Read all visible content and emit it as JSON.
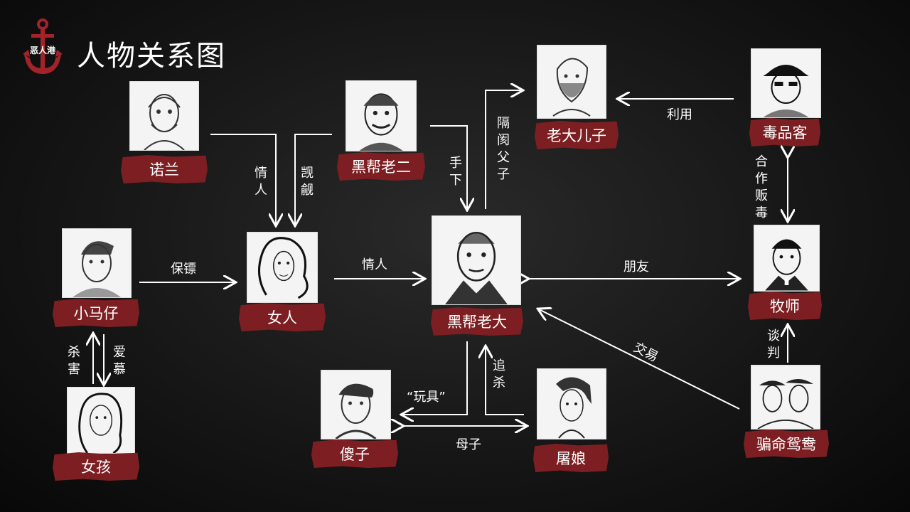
{
  "title": "人物关系图",
  "logo": {
    "text": "恶人港",
    "icon": "anchor-icon"
  },
  "characters": {
    "nolan": "诺兰",
    "gang_second": "黑帮老二",
    "eldest_son": "老大儿子",
    "drug_dealer": "毒品客",
    "kid": "小马仔",
    "woman": "女人",
    "gang_boss": "黑帮老大",
    "pastor": "牧师",
    "girl": "女孩",
    "fool": "傻子",
    "butcher_mom": "屠娘",
    "con_couple": "骗命鸳鸯"
  },
  "relations": {
    "lover1": "情人",
    "covet": "觊觎",
    "subordinate": "手下",
    "estranged": "隔阂父子",
    "use": "利用",
    "partner": "合作贩毒",
    "bodyguard": "保镖",
    "lover2": "情人",
    "friend": "朋友",
    "kill": "杀害",
    "admire": "爱慕",
    "toy": "“玩具”",
    "chase": "追杀",
    "mother_son": "母子",
    "trade": "交易",
    "negotiate": "谈判"
  },
  "colors": {
    "label_bg": "#7d1f22",
    "logo_red": "#a3232a",
    "background": "#151515"
  }
}
